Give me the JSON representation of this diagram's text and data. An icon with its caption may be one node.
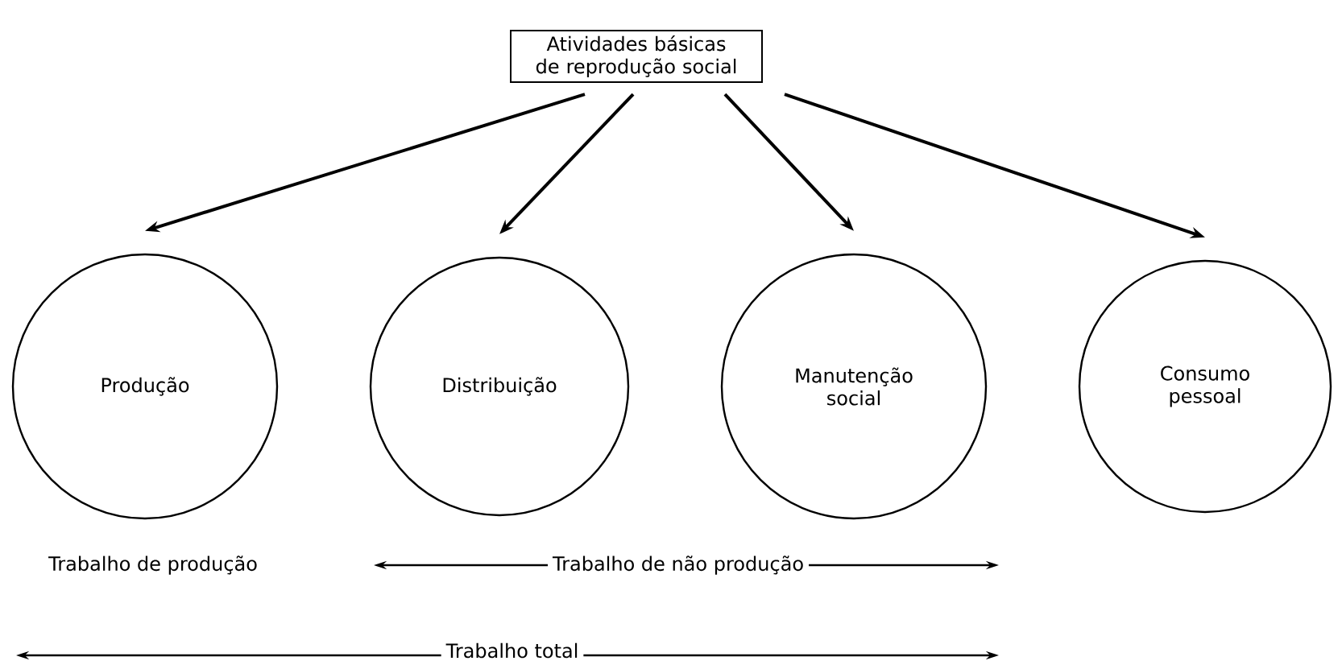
{
  "diagram": {
    "nodes": [
      {
        "text": [
          "Atividades básicas de reprodução social"
        ]
      },
      {
        "text": [
          "Produção"
        ]
      },
      {
        "text": [
          "Distribuição"
        ]
      },
      {
        "text": [
          "Manutenção social"
        ]
      },
      {
        "text": [
          "Consumo pessoal"
        ]
      }
    ],
    "edges": [
      {
        "from": 0,
        "to": 1,
        "arrow": "to"
      },
      {
        "from": 0,
        "to": 2,
        "arrow": "to"
      },
      {
        "from": 0,
        "to": 3,
        "arrow": "to"
      },
      {
        "from": 0,
        "to": 4,
        "arrow": "to"
      }
    ],
    "labels": [
      "Trabalho de produção",
      "Trabalho de não produção",
      "Trabalho total"
    ]
  }
}
